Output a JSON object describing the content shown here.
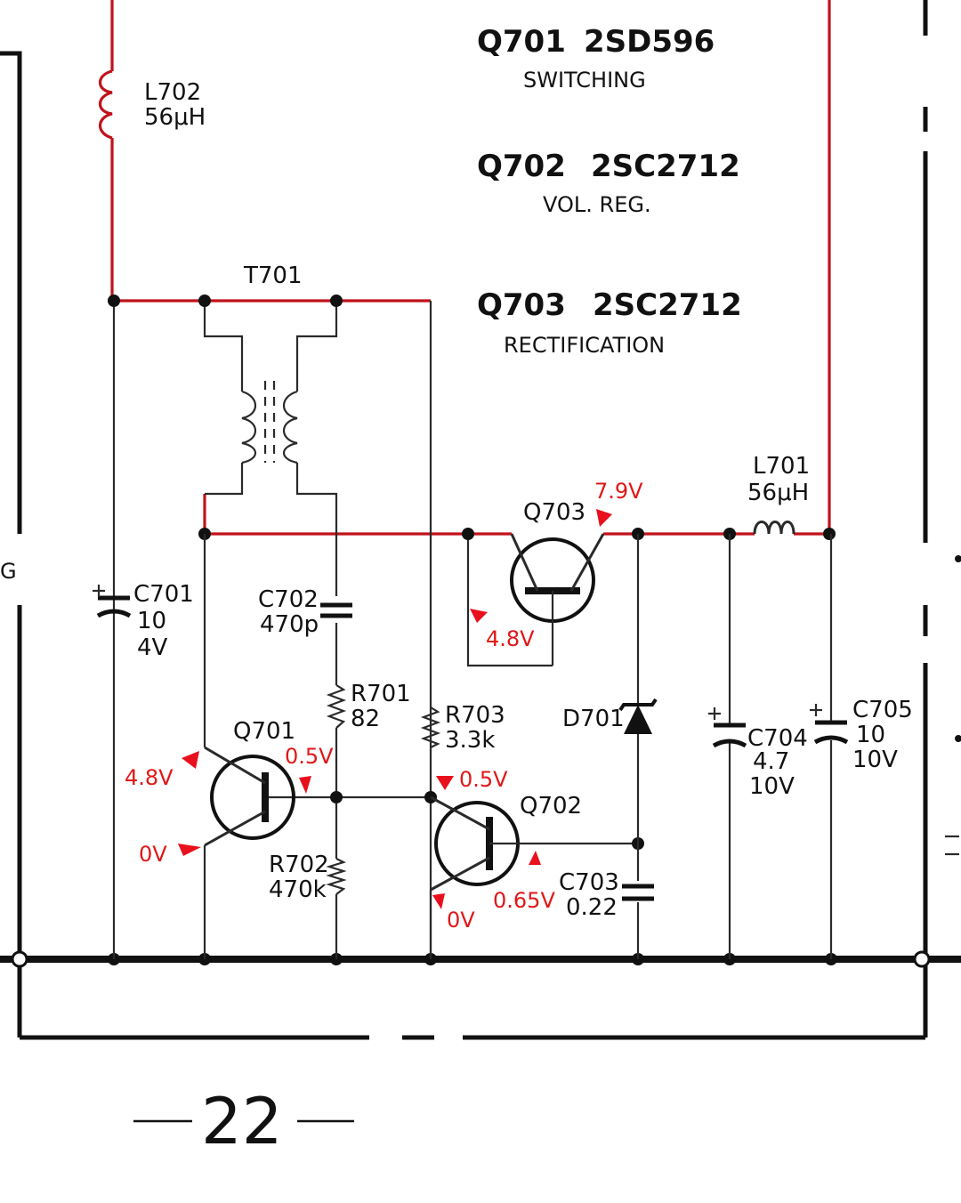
{
  "transistors": [
    {
      "ref": "Q701",
      "part": "2SD596",
      "function": "SWITCHING"
    },
    {
      "ref": "Q702",
      "part": "2SC2712",
      "function": "VOL. REG."
    },
    {
      "ref": "Q703",
      "part": "2SC2712",
      "function": "RECTIFICATION"
    }
  ],
  "components": {
    "L702": {
      "ref": "L702",
      "value": "56μH"
    },
    "T701": {
      "ref": "T701"
    },
    "L701": {
      "ref": "L701",
      "value": "56μH"
    },
    "C701": {
      "ref": "C701",
      "value": "10",
      "voltage": "4V"
    },
    "C702": {
      "ref": "C702",
      "value": "470p"
    },
    "R701": {
      "ref": "R701",
      "value": "82"
    },
    "R702": {
      "ref": "R702",
      "value": "470k"
    },
    "R703": {
      "ref": "R703",
      "value": "3.3k"
    },
    "D701": {
      "ref": "D701"
    },
    "C703": {
      "ref": "C703",
      "value": "0.22"
    },
    "C704": {
      "ref": "C704",
      "value": "4.7",
      "voltage": "10V"
    },
    "C705": {
      "ref": "C705",
      "value": "10",
      "voltage": "10V"
    },
    "Q701": {
      "ref": "Q701"
    },
    "Q702": {
      "ref": "Q702"
    },
    "Q703": {
      "ref": "Q703"
    }
  },
  "voltages": {
    "q703_collector": "7.9V",
    "q703_base": "4.8V",
    "q701_collector": "4.8V",
    "q701_base": "0.5V",
    "q701_emitter": "0V",
    "q702_collector": "0.5V",
    "q702_base": "0.65V",
    "q702_emitter": "0V"
  },
  "edge_label": "G",
  "page_number": "22",
  "colors": {
    "wire": "#2a2a2a",
    "supply_wire": "#c0121a",
    "voltage_text": "#e01818"
  }
}
